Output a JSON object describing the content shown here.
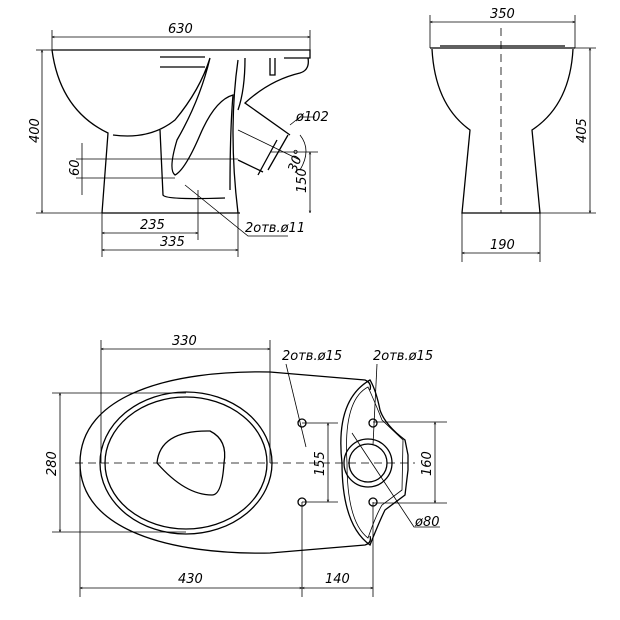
{
  "side_view": {
    "overall_length": "630",
    "height": "400",
    "outlet_offset": "60",
    "outlet_diameter": "ø102",
    "outlet_angle": "30°",
    "outlet_height": "150",
    "hole_distance": "235",
    "base_length": "335",
    "mounting_holes": "2отв.ø11"
  },
  "front_view": {
    "width": "350",
    "height": "405",
    "base_width": "190"
  },
  "top_view": {
    "bowl_length": "330",
    "bowl_width": "280",
    "seat_hole_spacing": "155",
    "tank_hole_spacing": "160",
    "seat_holes": "2отв.ø15",
    "tank_holes": "2отв.ø15",
    "flush_diameter": "ø80",
    "front_to_seat_holes": "430",
    "seat_to_tank_holes": "140"
  }
}
